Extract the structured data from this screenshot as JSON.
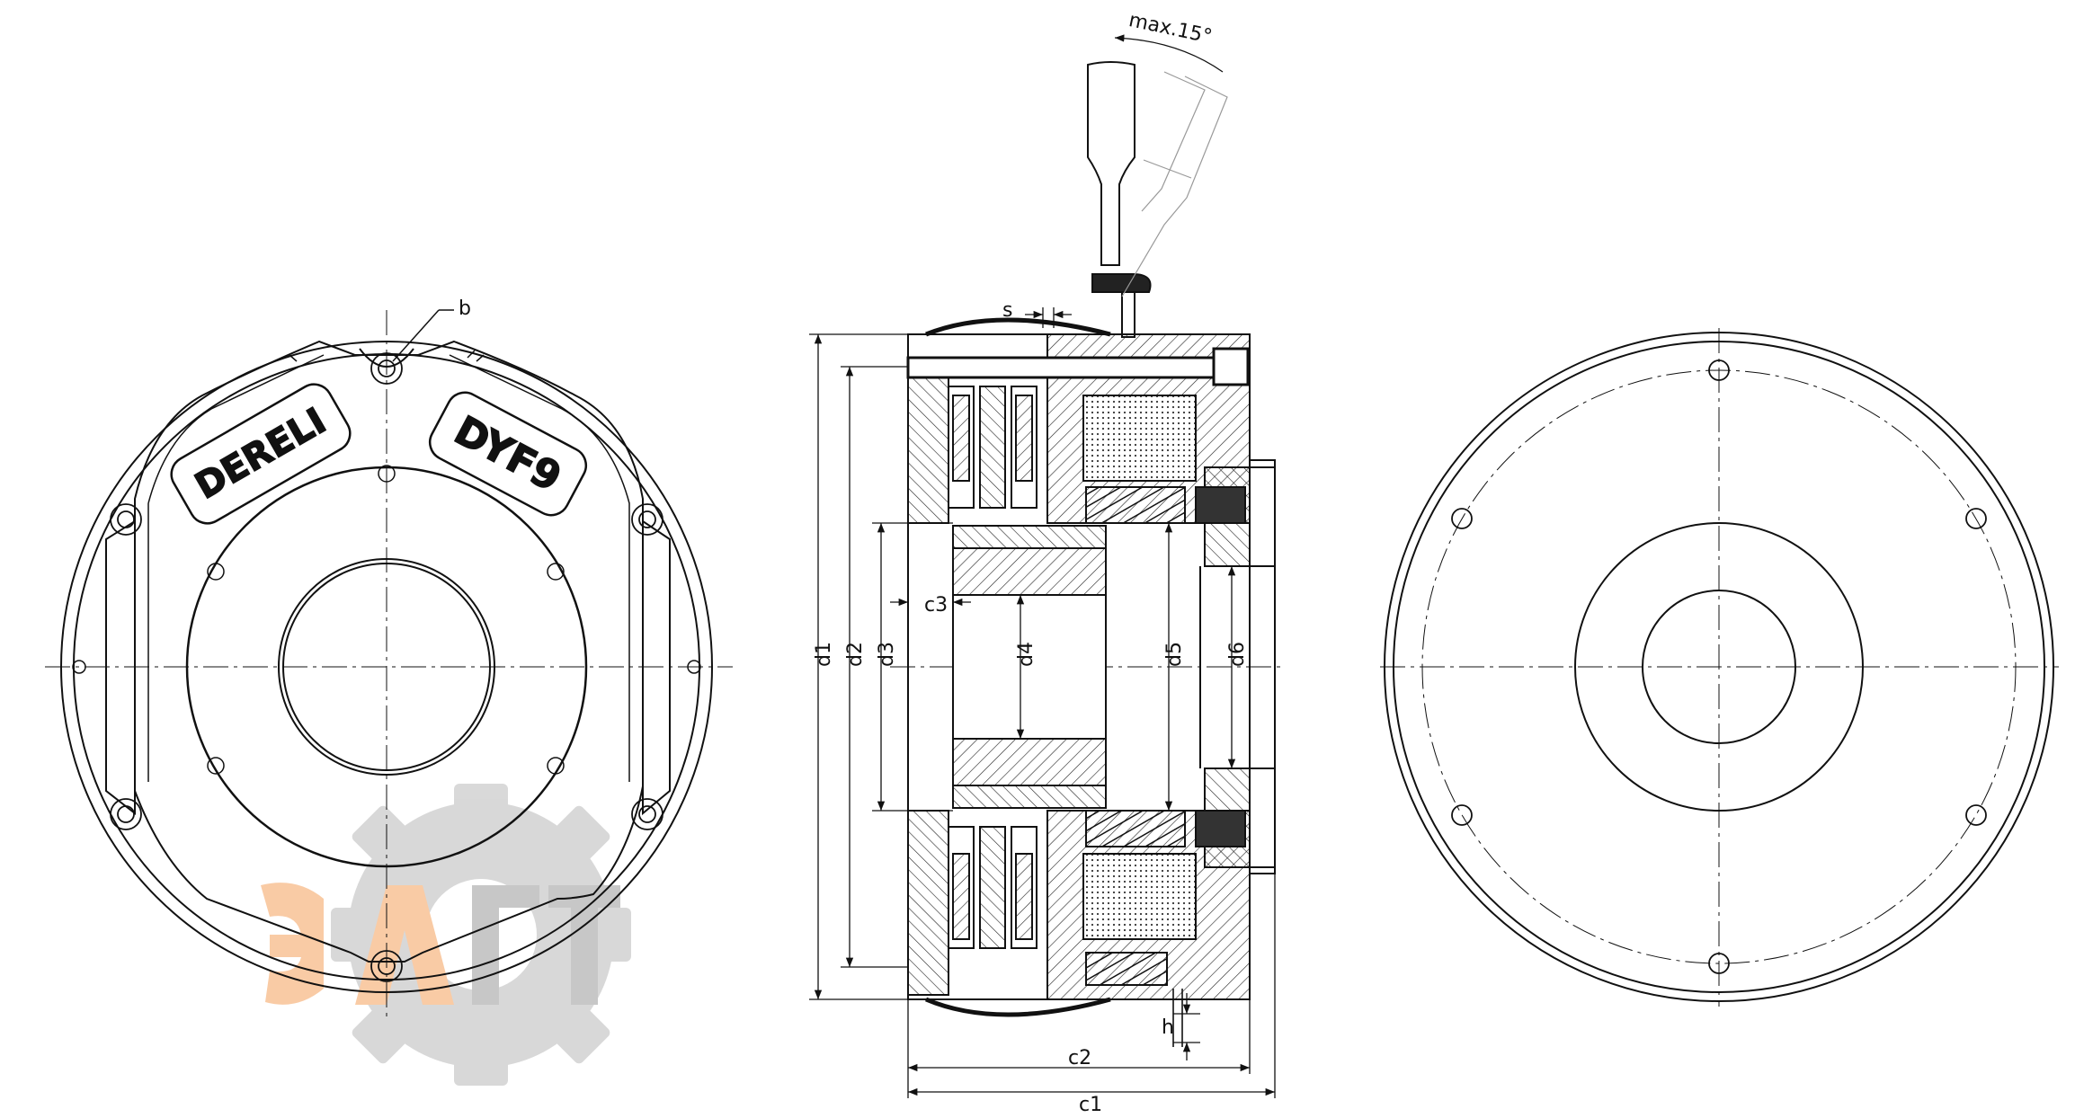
{
  "front_view": {
    "brand_label": "DERELI",
    "model_label": "DYF9",
    "callout_b": "b"
  },
  "section_view": {
    "lever_angle_label": "max.15°",
    "dims": {
      "s": "s",
      "c3": "c3",
      "d1": "d1",
      "d2": "d2",
      "d3": "d3",
      "d4": "d4",
      "d5": "d5",
      "d6": "d6",
      "h": "h",
      "c2": "c2",
      "c1": "c1"
    }
  },
  "rear_view": {},
  "watermark": {
    "colors": {
      "orange": "#f5a15c",
      "gray": "#9a9a9a"
    }
  }
}
